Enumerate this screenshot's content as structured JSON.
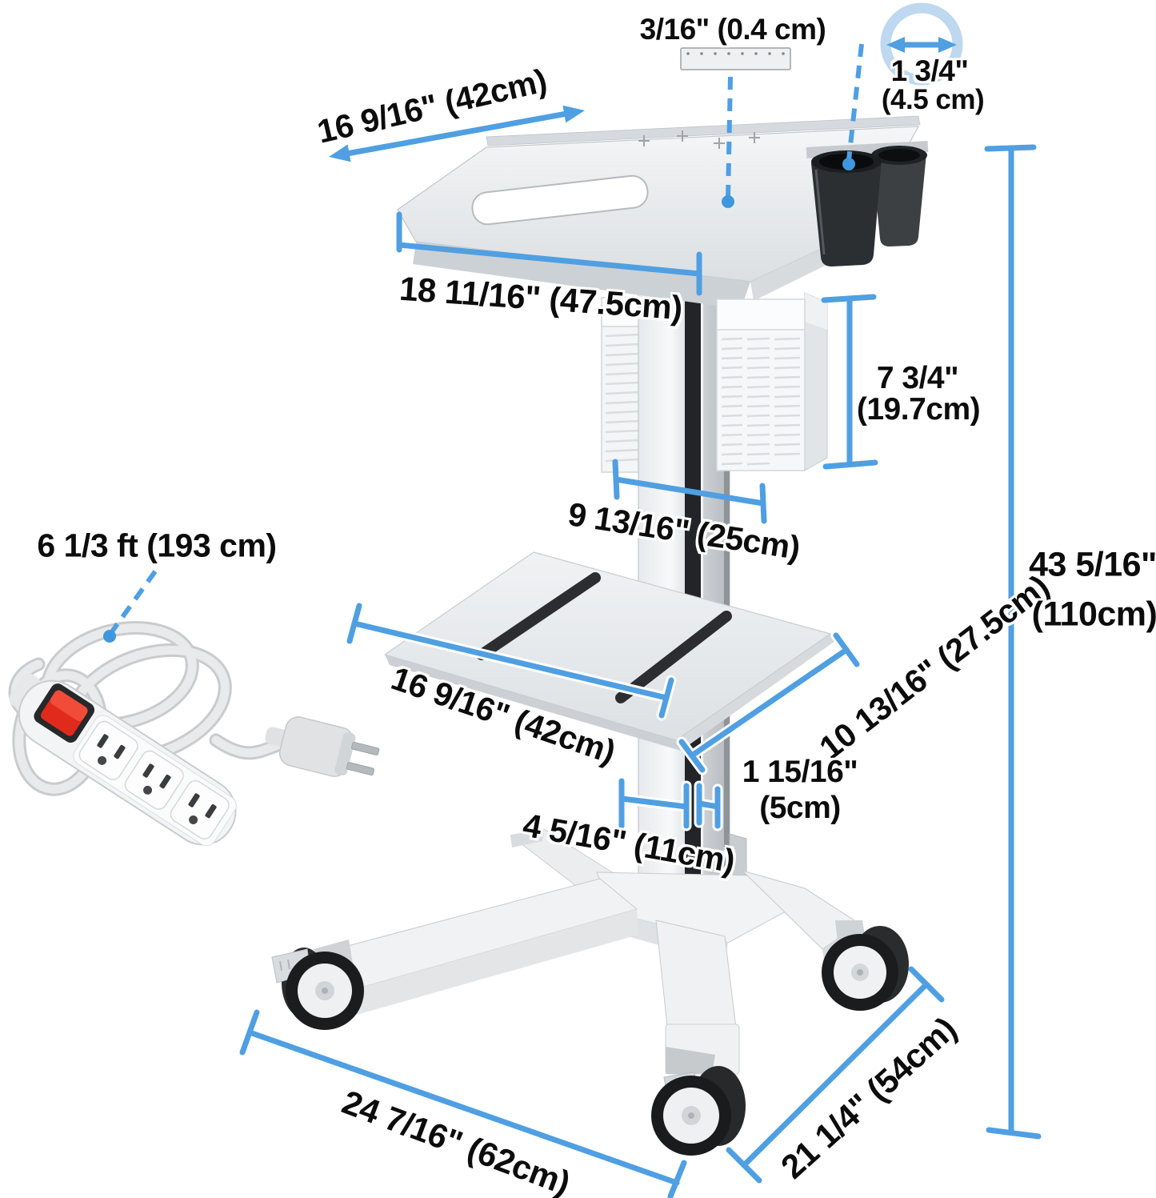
{
  "figure": {
    "kind": "product-dimension-diagram"
  },
  "colors": {
    "background": "#ffffff",
    "dimension_blue": "#4f9fe2",
    "dimension_blue_light": "#bdd8ef",
    "label_text": "#0c0c0c",
    "cart_body_gray": "#e9ecee",
    "cup_holder_black": "#2c2f32",
    "switch_red": "#df2a1c"
  },
  "icons": {
    "diameter_circle": "circle-with-horizontal-double-arrow",
    "thickness_plate": "thin-plate-strip"
  },
  "annotations": {
    "plate_depth": "16 9/16\" (42cm)",
    "plate_thickness": "3/16\" (0.4 cm)",
    "cup_diameter_in": "1 3/4\"",
    "cup_diameter_cm": "(4.5 cm)",
    "plate_width": "18 11/16\" (47.5cm)",
    "basket_height_in": "7 3/4\"",
    "basket_height_cm": "(19.7cm)",
    "basket_span": "9 13/16\" (25cm)",
    "shelf_width": "16 9/16\" (42cm)",
    "shelf_depth": "10 13/16\" (27.5cm)",
    "column_depth_in": "1 15/16\"",
    "column_depth_cm": "(5cm)",
    "column_width": "4 5/16\" (11cm)",
    "cord_length": "6 1/3 ft (193 cm)",
    "base_width": "24 7/16\" (62cm)",
    "base_depth": "21 1/4\" (54cm)",
    "overall_height_in": "43 5/16\"",
    "overall_height_cm": "(110cm)"
  }
}
